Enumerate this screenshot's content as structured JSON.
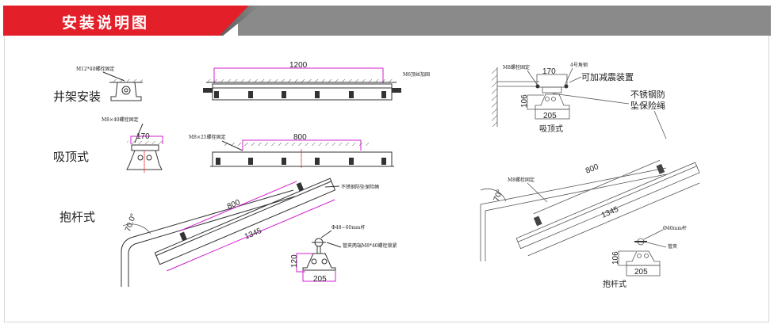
{
  "header": {
    "title": "安装说明图"
  },
  "left": {
    "derrick": {
      "label": "井架安装",
      "bolt": "M12*40螺栓固定",
      "length": "1200",
      "screw": "M6顶丝加固"
    },
    "ceiling": {
      "label": "吸顶式",
      "bolt": "M8×40螺栓固定",
      "width": "170",
      "bolt2": "M8×25螺栓固定",
      "spacing": "800"
    },
    "pole": {
      "label": "抱杆式",
      "spacing": "800",
      "length": "1345",
      "angle": "70.0°",
      "rope": "不锈钢防坠保险绳",
      "pole_dia": "Φ48~60mm杆",
      "clamp": "管夹两端M8*40螺栓锁紧",
      "height": "120",
      "base": "205"
    }
  },
  "right": {
    "ceiling": {
      "bolt": "M8螺栓固定",
      "angle_steel": "4号角钢",
      "damping": "可加减震装置",
      "rope_line1": "不锈钢防",
      "rope_line2": "坠保险绳",
      "width": "170",
      "height": "106",
      "base": "205",
      "label": "吸顶式"
    },
    "pole": {
      "bolt": "M8螺栓固定",
      "spacing": "800",
      "length": "1345",
      "angle": "70°",
      "pole_dia": "Ø40mm杆",
      "clamp": "管夹",
      "height": "106",
      "base": "205",
      "label": "抱杆式"
    }
  }
}
